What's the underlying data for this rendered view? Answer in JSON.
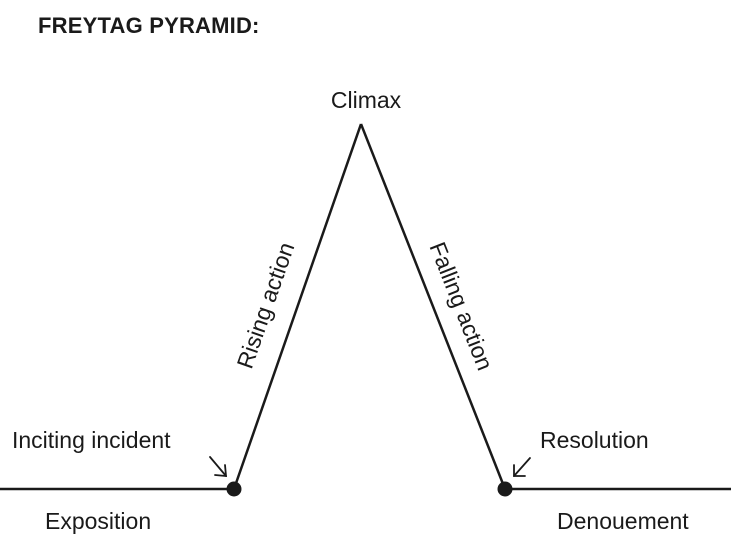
{
  "title": "FREYTAG PYRAMID:",
  "labels": {
    "climax": "Climax",
    "rising_action": "Rising action",
    "falling_action": "Falling action",
    "inciting_incident": "Inciting incident",
    "resolution": "Resolution",
    "exposition": "Exposition",
    "denouement": "Denouement"
  },
  "colors": {
    "ink": "#1a1a1a",
    "background": "#ffffff"
  }
}
